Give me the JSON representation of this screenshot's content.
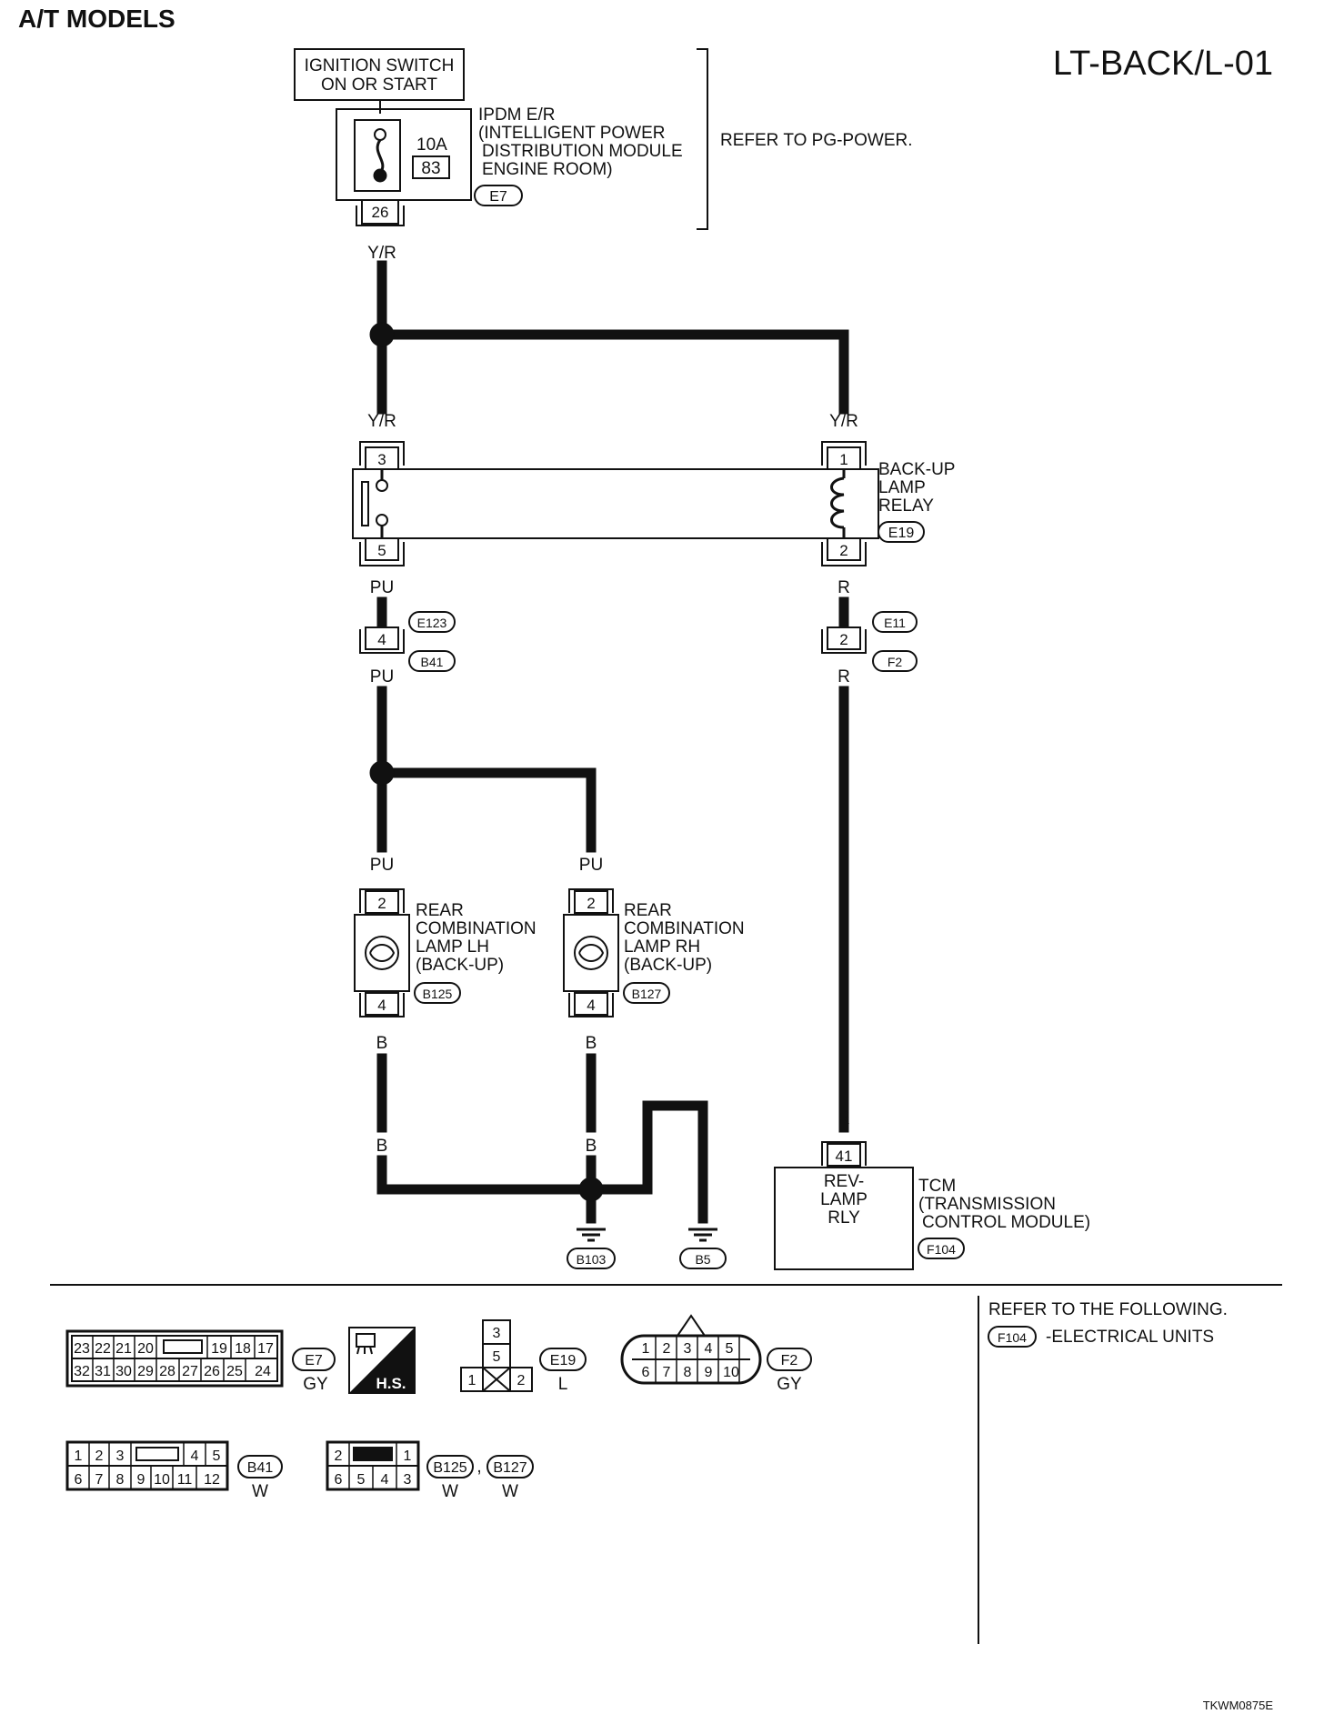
{
  "header": {
    "title": "A/T MODELS",
    "diagram_id": "LT-BACK/L-01"
  },
  "ignition": {
    "line1": "IGNITION SWITCH",
    "line2": "ON OR START"
  },
  "ipdm": {
    "lines": [
      "IPDM E/R",
      "(INTELLIGENT POWER",
      "DISTRIBUTION MODULE",
      "ENGINE ROOM)"
    ],
    "fuse_rating": "10A",
    "fuse_number": "83",
    "connector": "E7",
    "pin": "26"
  },
  "refer_power": "REFER TO PG-POWER.",
  "wires": {
    "yr_top": "Y/R",
    "yr_left": "Y/R",
    "yr_right": "Y/R",
    "pu_relay": "PU",
    "pu_conn": "PU",
    "r_relay": "R",
    "r_conn": "R",
    "pu_lh": "PU",
    "pu_rh": "PU",
    "b_lh": "B",
    "b_rh": "B",
    "b_lh_low": "B",
    "b_rh_low": "B",
    "b_g1": "B",
    "b_g2": "B",
    "r_tcm": "R"
  },
  "relay": {
    "lines": [
      "BACK-UP",
      "LAMP",
      "RELAY"
    ],
    "connector": "E19",
    "pin_in_sw": "3",
    "pin_out_sw": "5",
    "pin_coil_in": "1",
    "pin_coil_out": "2"
  },
  "joint_left": {
    "pin": "4",
    "conn_top": "E123",
    "conn_bot": "B41"
  },
  "joint_right": {
    "pin": "2",
    "conn_top": "E11",
    "conn_bot": "F2"
  },
  "lamp_lh": {
    "lines": [
      "REAR",
      "COMBINATION",
      "LAMP LH",
      "(BACK-UP)"
    ],
    "connector": "B125",
    "pin_top": "2",
    "pin_bot": "4"
  },
  "lamp_rh": {
    "lines": [
      "REAR",
      "COMBINATION",
      "LAMP RH",
      "(BACK-UP)"
    ],
    "connector": "B127",
    "pin_top": "2",
    "pin_bot": "4"
  },
  "grounds": {
    "g1": "B103",
    "g2": "B5"
  },
  "tcm": {
    "inner": [
      "REV-",
      "LAMP",
      "RLY"
    ],
    "lines": [
      "TCM",
      "(TRANSMISSION",
      "CONTROL MODULE)"
    ],
    "connector": "F104",
    "pin": "41"
  },
  "refer_following": {
    "line1": "REFER TO THE FOLLOWING.",
    "connector": "F104",
    "item": "-ELECTRICAL UNITS"
  },
  "connectors": {
    "e7": {
      "name": "E7",
      "color": "GY",
      "row1": [
        "23",
        "22",
        "21",
        "20",
        "",
        "19",
        "18",
        "17"
      ],
      "row2": [
        "32",
        "31",
        "30",
        "29",
        "28",
        "27",
        "26",
        "25",
        "24"
      ]
    },
    "hs": "H.S.",
    "e19": {
      "name": "E19",
      "color": "L",
      "pins": [
        "3",
        "5",
        "1",
        "2"
      ]
    },
    "f2": {
      "name": "F2",
      "color": "GY",
      "row1": [
        "1",
        "2",
        "3",
        "4",
        "5"
      ],
      "row2": [
        "6",
        "7",
        "8",
        "9",
        "10"
      ]
    },
    "b41": {
      "name": "B41",
      "color": "W",
      "row1": [
        "1",
        "2",
        "3",
        "",
        "4",
        "5"
      ],
      "row2": [
        "6",
        "7",
        "8",
        "9",
        "10",
        "11",
        "12"
      ]
    },
    "b125": {
      "name": "B125",
      "color": "W",
      "sep": ",",
      "row1": [
        "2",
        "",
        "1"
      ],
      "row2": [
        "6",
        "5",
        "4",
        "3"
      ]
    },
    "b127": {
      "name": "B127",
      "color": "W"
    }
  },
  "footer_code": "TKWM0875E"
}
